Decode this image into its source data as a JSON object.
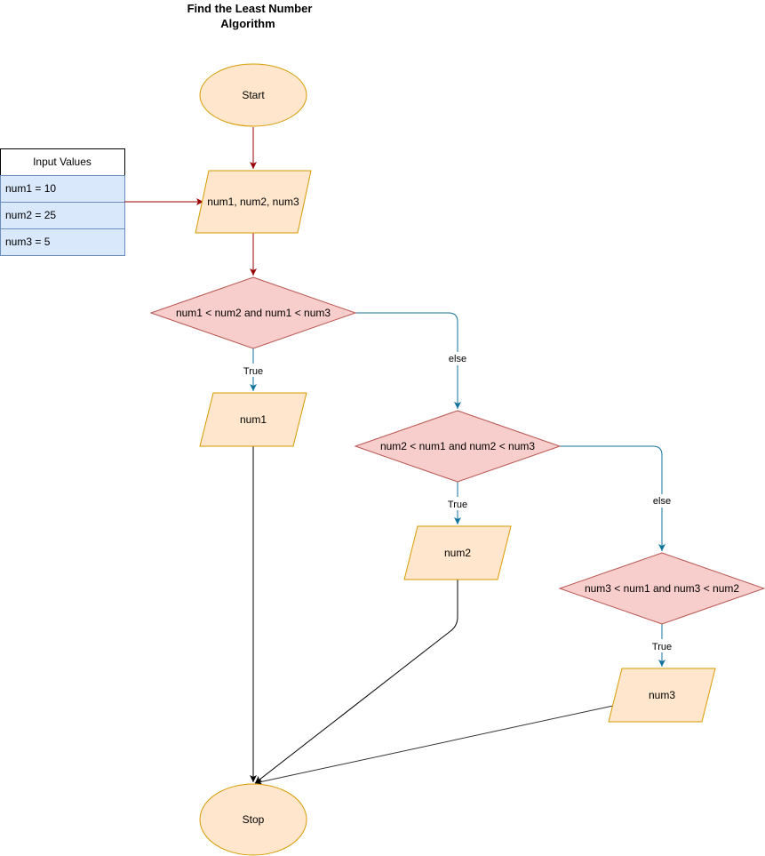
{
  "title": {
    "line1": "Find the Least Number",
    "line2": "Algorithm"
  },
  "input_table": {
    "header": "Input Values",
    "rows": [
      "num1 = 10",
      "num2 = 25",
      "num3 = 5"
    ]
  },
  "nodes": {
    "start": "Start",
    "input": "num1, num2, num3",
    "decision1": "num1 < num2 and num1 < num3",
    "output1": "num1",
    "decision2": "num2 < num1 and num2 < num3",
    "output2": "num2",
    "decision3": "num3 < num1 and num3 < num2",
    "output3": "num3",
    "stop": "Stop"
  },
  "edge_labels": {
    "d1_true": "True",
    "d1_else": "else",
    "d2_true": "True",
    "d2_else": "else",
    "d3_true": "True"
  },
  "colors": {
    "terminal_fill": "#ffe6cc",
    "terminal_stroke": "#d79b00",
    "decision_fill": "#f8cecc",
    "decision_stroke": "#b85450",
    "table_fill": "#dae8fc",
    "table_stroke": "#6c8ebf",
    "red_arrow": "#990000",
    "blue_arrow": "#10739e",
    "black_arrow": "#000000"
  }
}
